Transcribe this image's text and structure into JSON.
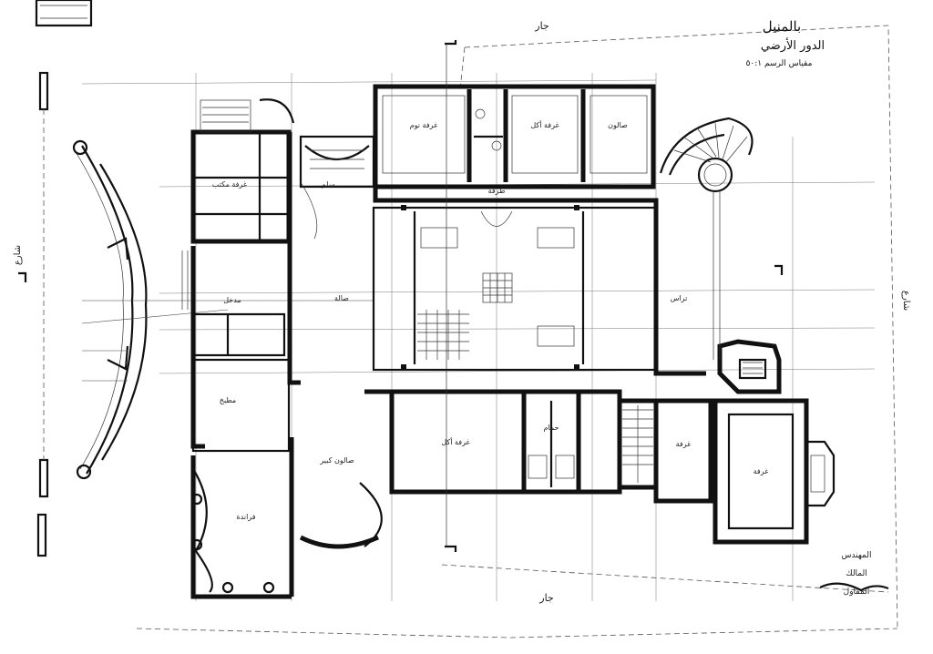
{
  "sheet": {
    "title": "بالمنيل",
    "subtitle": "الدور الأرضي",
    "scale": "مقياس الرسم ٥٠:١"
  },
  "streets": {
    "top": "جار",
    "bottom": "جار",
    "left": "شارع",
    "right": "شارع"
  },
  "rooms": {
    "bedroom_top_left": "غرفة نوم",
    "bedroom_top_mid": "غرفة أكل",
    "salon_top_right": "صالون",
    "hall_center": "صالة",
    "entrance": "مدخل",
    "dining": "غرفة أكل",
    "salon_large": "صالون كبير",
    "veranda": "فراندة",
    "office": "غرفة مكتب",
    "staircase_room": "سلم",
    "kitchen": "مطبخ",
    "bath": "حمام",
    "room_right": "غرفة",
    "corridor": "طرقة",
    "terrace": "تراس",
    "room_bottom_right": "غرفة"
  },
  "signature": {
    "engineer": "المهندس",
    "owner": "المالك",
    "contractor": "المقاول"
  }
}
